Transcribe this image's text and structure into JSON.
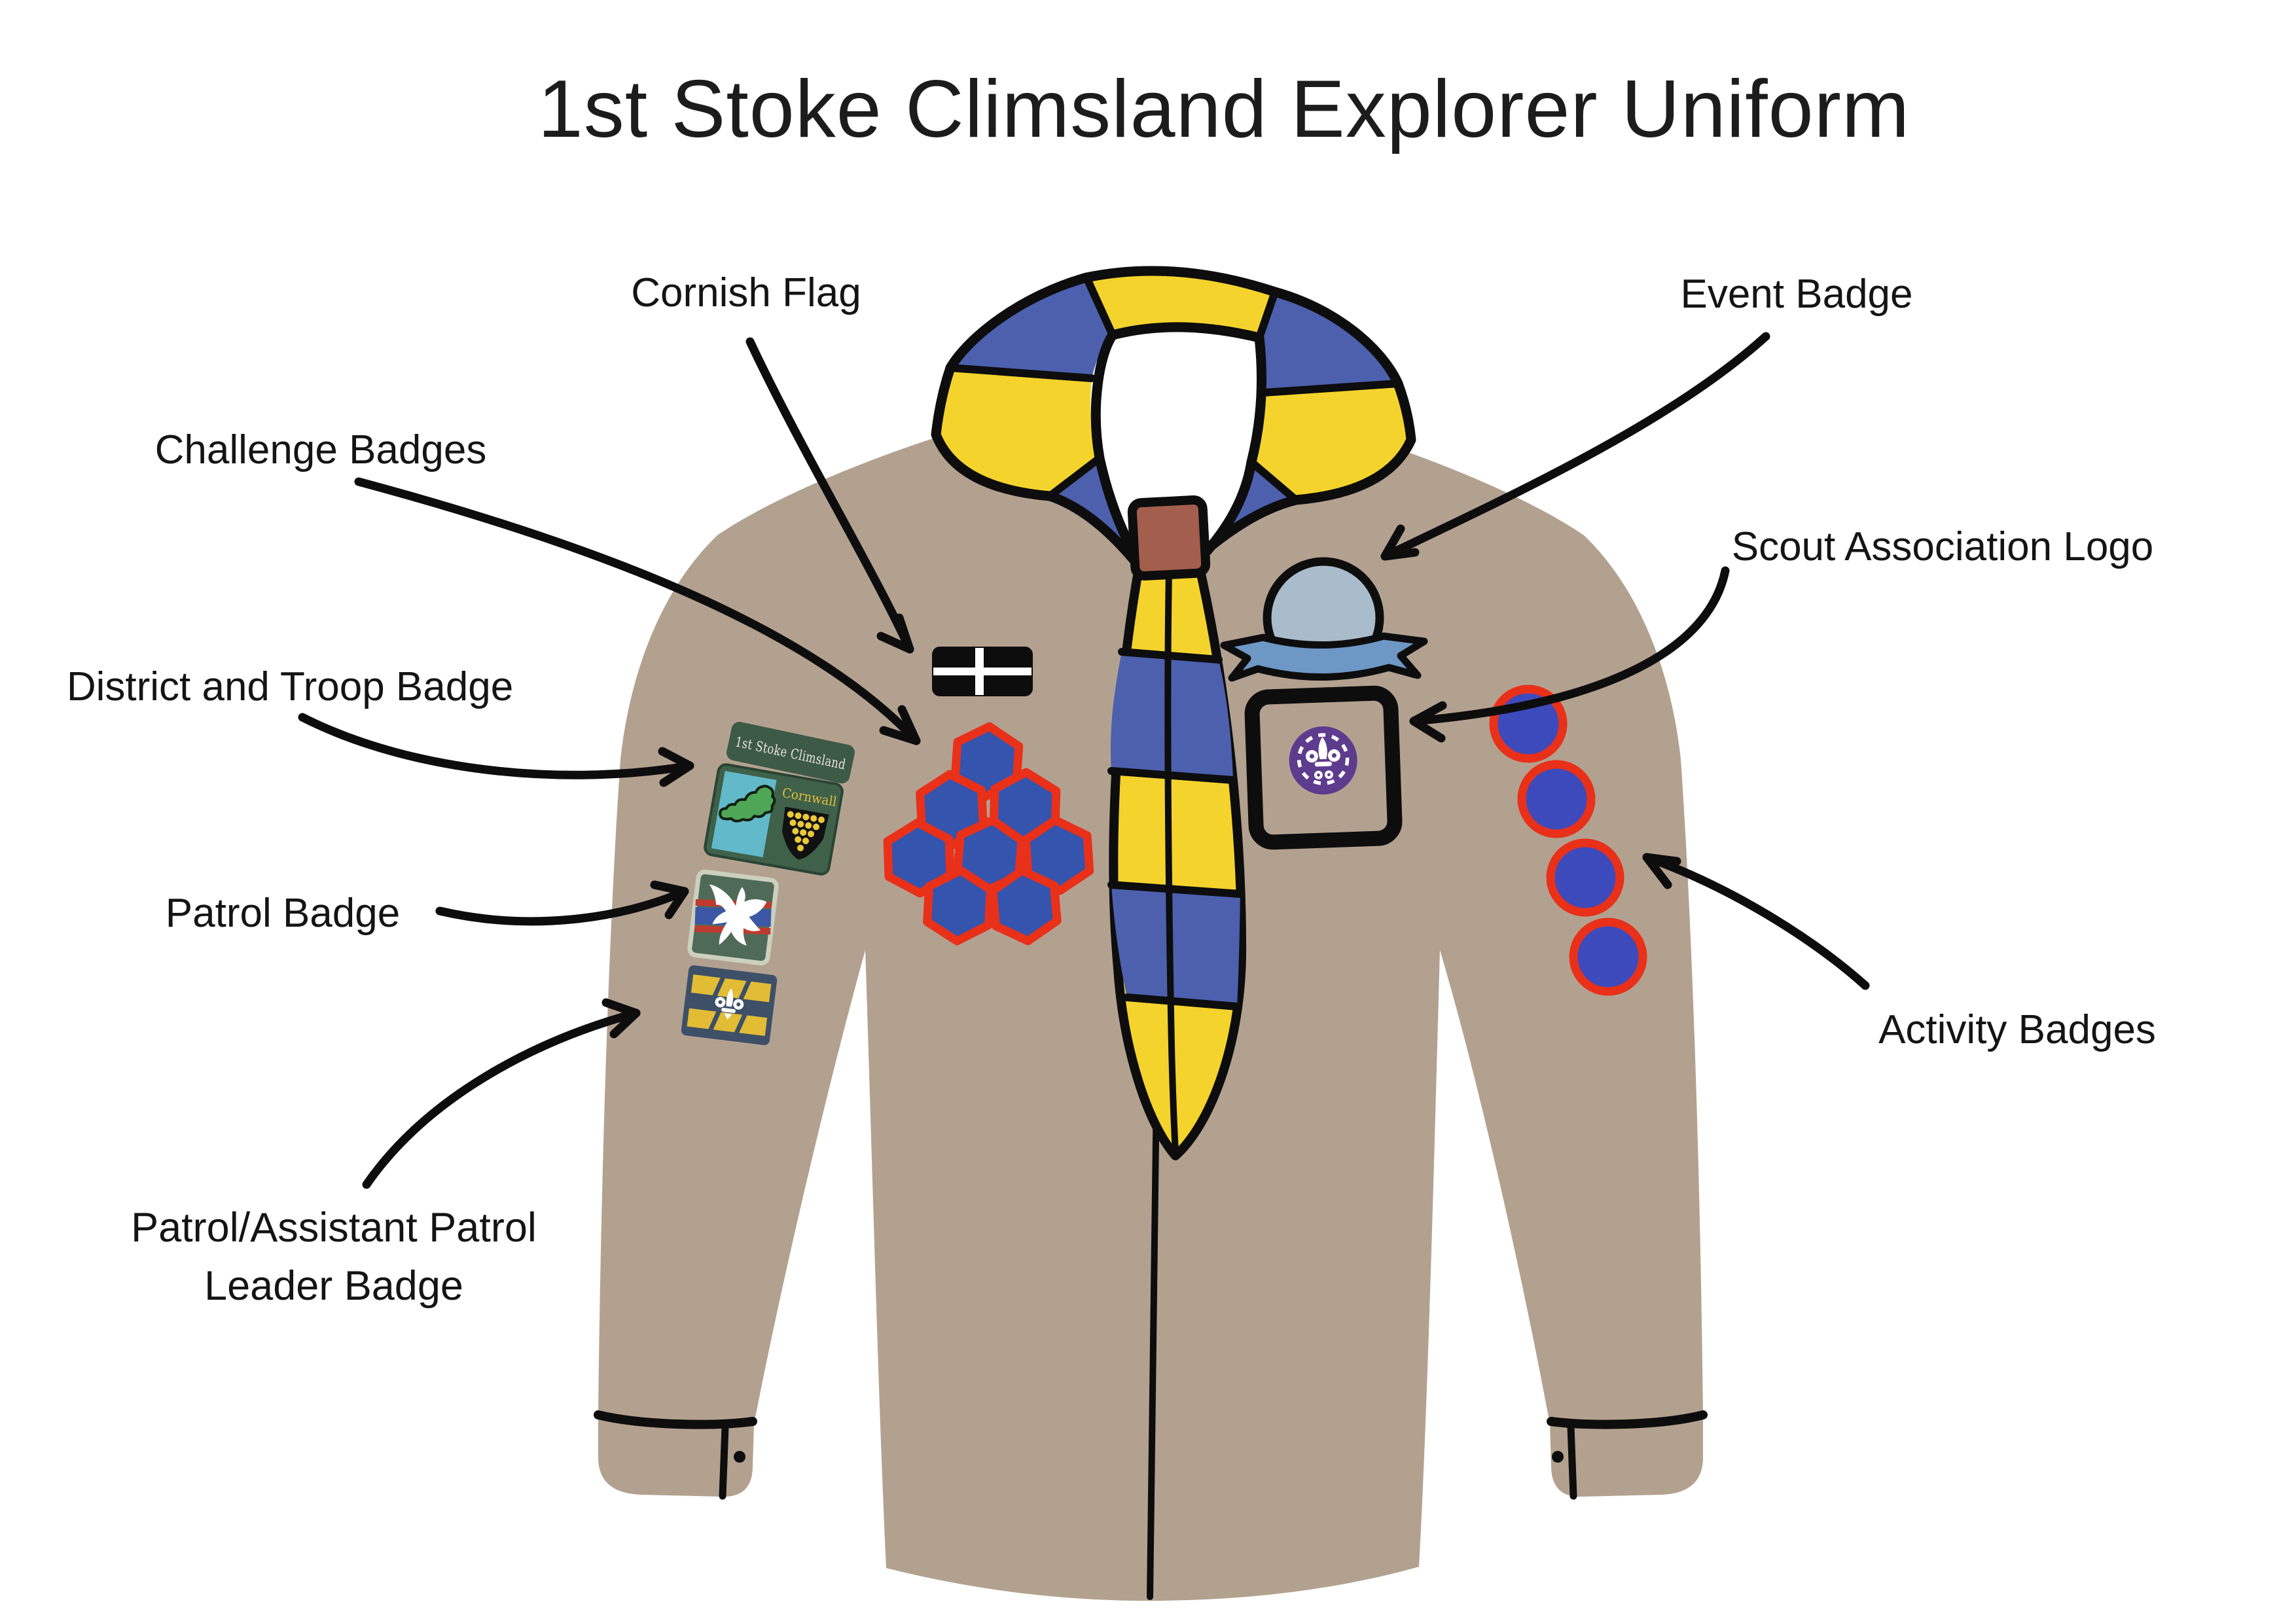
{
  "title": "1st Stoke Climsland Explorer Uniform",
  "annotations": {
    "cornish_flag": "Cornish Flag",
    "challenge_badges": "Challenge Badges",
    "district_troop_badge": "District and Troop Badge",
    "patrol_badge": "Patrol Badge",
    "patrol_leader_badge": "Patrol/Assistant Patrol Leader Badge",
    "event_badge": "Event Badge",
    "scout_association_logo": "Scout Association Logo",
    "activity_badges": "Activity Badges"
  },
  "uniform": {
    "district_banner": "1st Stoke Climsland",
    "county_badge": "Cornwall",
    "challenge_badge_count": 8,
    "activity_badge_count": 4,
    "colors": {
      "shirt_tan": "#b3a190",
      "necker_blue": "#4c60ae",
      "necker_yellow": "#f4d42c",
      "woggle_brown": "#a35e4d",
      "challenge_badge_blue": "#3454ae",
      "activity_badge_blue": "#3d4abc",
      "badge_red_border": "#e93019",
      "event_badge_grey": "#a9bccb",
      "event_ribbon_blue": "#6d97c5",
      "scout_purple": "#5d3b8d",
      "banner_green": "#3d5a47",
      "county_teal": "#62b9ca",
      "county_green": "#3f6049",
      "shield_gold": "#ecc937",
      "outline_black": "#0d0d0d"
    }
  }
}
